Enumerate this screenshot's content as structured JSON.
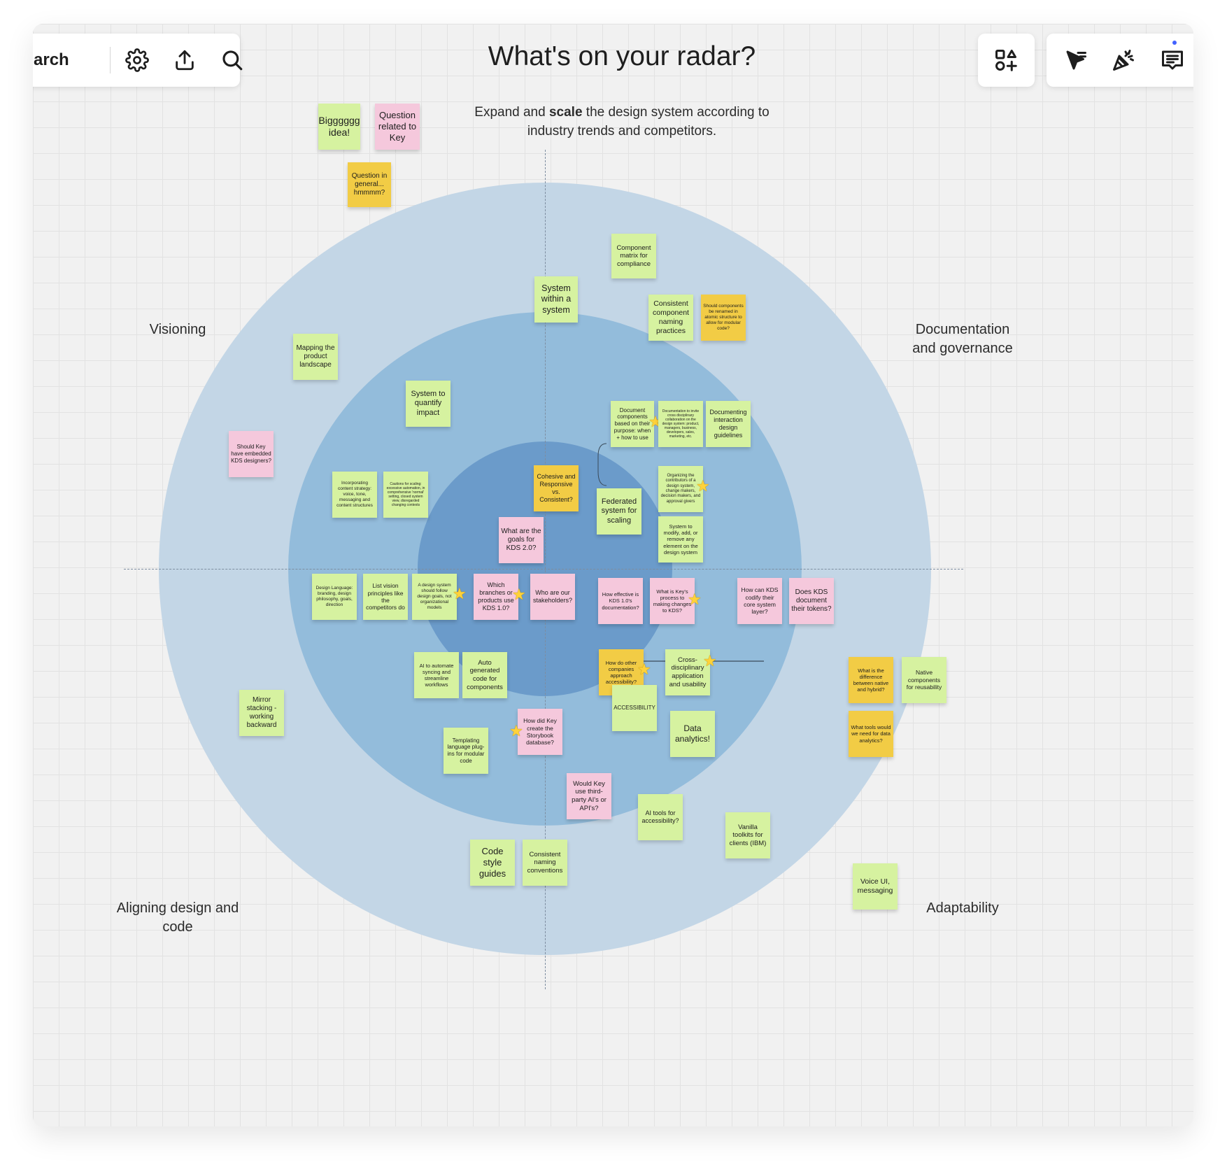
{
  "toolbar_left": {
    "search_fragment": "arch",
    "settings_icon": "gear-icon",
    "export_icon": "upload-icon",
    "search_icon": "search-icon"
  },
  "toolbar_right": {
    "templates_icon": "shapes-plus-icon",
    "presenter_icon": "cursor-lines-icon",
    "celebrate_icon": "party-popper-icon",
    "comments_icon": "comment-list-icon",
    "notification_color": "#4262ff"
  },
  "board": {
    "title": "What's on your radar?",
    "subtitle_before": "Expand and ",
    "subtitle_bold": "scale",
    "subtitle_after": " the design system according to industry trends and competitors.",
    "quadrants": {
      "top_left": "Visioning",
      "top_right": "Documentation and governance",
      "bottom_left": "Aligning design and code",
      "bottom_right": "Adaptability"
    }
  },
  "colors": {
    "outer_ring": "#c3d6e6",
    "middle_ring": "#93bcdb",
    "inner_ring": "#6b9bca",
    "sticky_green": "#d6f2a0",
    "sticky_pink": "#f5c8dc",
    "sticky_yellow": "#f2cc45"
  },
  "notes": {
    "biggggg_idea": "Bigggggg idea!",
    "question_key": "Question related to Key",
    "question_general": "Question in general... hmmmm?",
    "component_matrix": "Component matrix for compliance",
    "system_within": "System within a system",
    "consistent_naming_practices": "Consistent component naming practices",
    "rename_components": "Should components be renamed in atomic structure to allow for modular code?",
    "mapping_landscape": "Mapping the product landscape",
    "quantify_impact": "System to quantify impact",
    "document_purpose": "Document components based on their purpose: when + how to use",
    "doc_collaboration": "Documentation to invite cross disciplinary collaboration on the design system: product, managers, business, developers, sales, marketing, etc.",
    "documenting_interaction": "Documenting interaction design guidelines",
    "embedded_designers": "Should Key have embedded KDS designers?",
    "content_strategy": "Incorporating content strategy: voice, tone, messaging and content structures",
    "cautions_scaling": "Cautions for scaling: excessive automation, in comprehensive 'normal' setting, closed system view, disregarded changing contexts",
    "cohesive_responsive": "Cohesive and Responsive vs. Consistent?",
    "federated_system": "Federated system for scaling",
    "organizing_contributors": "Organizing the contributors of a design system, change makers, decision makers, and approval givers",
    "modify_elements": "System to modify, add, or remove any element on the design system",
    "goals_kds": "What are the goals for KDS 2.0?",
    "design_language": "Design Language: branding, design philosophy, goals, direction",
    "vision_principles": "List vision principles like the competitors do",
    "follow_goals": "A design system should follow design goals, not organizational models",
    "branches_products": "Which branches or products use KDS 1.0?",
    "stakeholders": "Who are our stakeholders?",
    "effective_docs": "How effective is KDS 1.0's documentation?",
    "keys_process": "What is Key's process to making changes to KDS?",
    "codify_core": "How can KDS codify their core system layer?",
    "document_tokens": "Does KDS document their tokens?",
    "ai_automate": "AI to automate syncing and streamline workflows",
    "auto_generated": "Auto generated code for components",
    "other_companies": "How do other companies approach accessibility?",
    "cross_disciplinary": "Cross-disciplinary application and usability",
    "accessibility": "ACCESSIBILITY",
    "native_hybrid": "What is the difference between native and hybrid?",
    "native_components": "Native components for reusability",
    "mirror_stacking": "Mirror stacking - working backward",
    "storybook": "How did Key create the Storybook database?",
    "data_analytics": "Data analytics!",
    "data_tools": "What tools would we need for data analytics?",
    "templating": "Templating language plug-ins for modular code",
    "third_party": "Would Key use third-party AI's or API's?",
    "ai_accessibility": "AI tools for accessibility?",
    "vanilla_toolkits": "Vanilla toolkits for clients (IBM)",
    "code_style": "Code style guides",
    "consistent_conventions": "Consistent naming conventions",
    "voice_ui": "Voice UI, messaging"
  }
}
